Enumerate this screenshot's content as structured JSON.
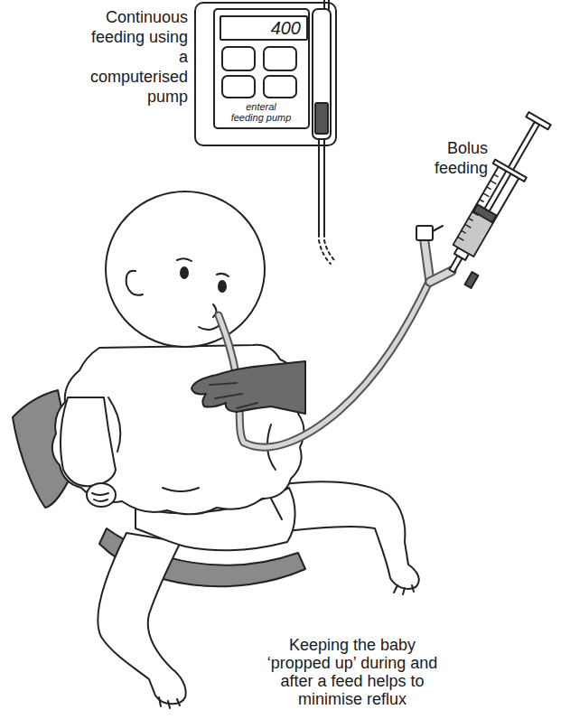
{
  "diagram": {
    "nodes": [
      {
        "text": [
          "enteral feeding pump"
        ]
      },
      {
        "text": [
          "400"
        ],
        "in": 0
      }
    ],
    "labels": [
      "Continuous feeding using a computerised pump",
      "Bolus feeding",
      "Keeping the baby ‘propped up’ during and after a feed helps to minimise reflux"
    ]
  }
}
